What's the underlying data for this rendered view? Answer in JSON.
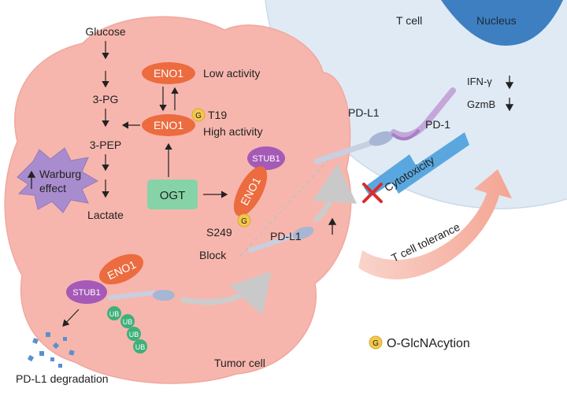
{
  "labels": {
    "t_cell": "T cell",
    "nucleus": "Nucleus",
    "ifn": "IFN-γ",
    "gzmb": "GzmB",
    "pd1": "PD-1",
    "pdl1_top": "PD-L1",
    "pdl1_mid": "PD-L1",
    "glucose": "Glucose",
    "pg3": "3-PG",
    "pep3": "3-PEP",
    "lactate": "Lactate",
    "warburg_1": "Warburg",
    "warburg_2": "effect",
    "eno1": "ENO1",
    "low_activity": "Low activity",
    "high_activity": "High activity",
    "g": "G",
    "t19": "T19",
    "ogt": "OGT",
    "stub1": "STUB1",
    "s249": "S249",
    "block": "Block",
    "ub": "UB",
    "pdl1_degradation": "PD-L1 degradation",
    "tumor_cell": "Tumor cell",
    "cytotoxicity": "Cytotoxicity",
    "t_cell_tolerance": "T cell tolerance",
    "legend_label": "O-GlcNAcytion"
  },
  "colors": {
    "tumor_fill": "#f7b6ad",
    "tcell_fill": "#dfeaf5",
    "nucleus_fill": "#3e7fc1",
    "eno1": "#ec6b3f",
    "stub1": "#a55ab8",
    "ogt": "#86d3a7",
    "glyco": "#f4c84c",
    "ub": "#3fb07a",
    "warburg": "#a98ccd",
    "cyto": "#5aa7df",
    "block_x": "#d92b2b",
    "tolerance_arrow": "#f5b5a8"
  }
}
